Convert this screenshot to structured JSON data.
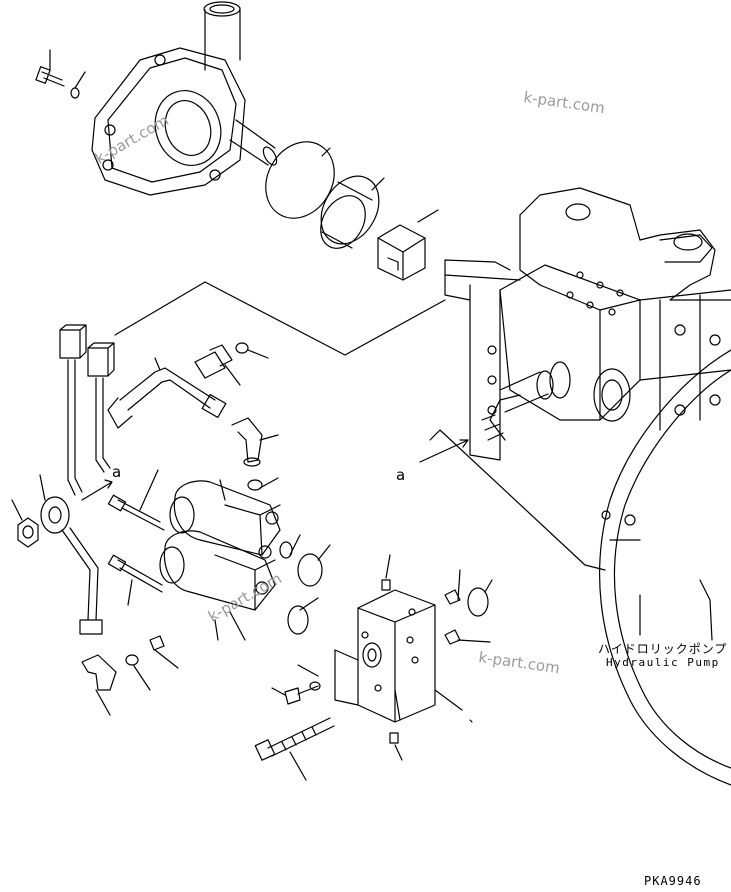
{
  "labels": {
    "pump_japanese": "ハイドロリックポンプ",
    "pump_english": "Hydraulic Pump",
    "ref_a": "a",
    "drawing_number": "PKA9946"
  },
  "watermark": "k-part.com",
  "colors": {
    "line": "#000000",
    "watermark": "#9a9a9a",
    "background": "#ffffff"
  }
}
